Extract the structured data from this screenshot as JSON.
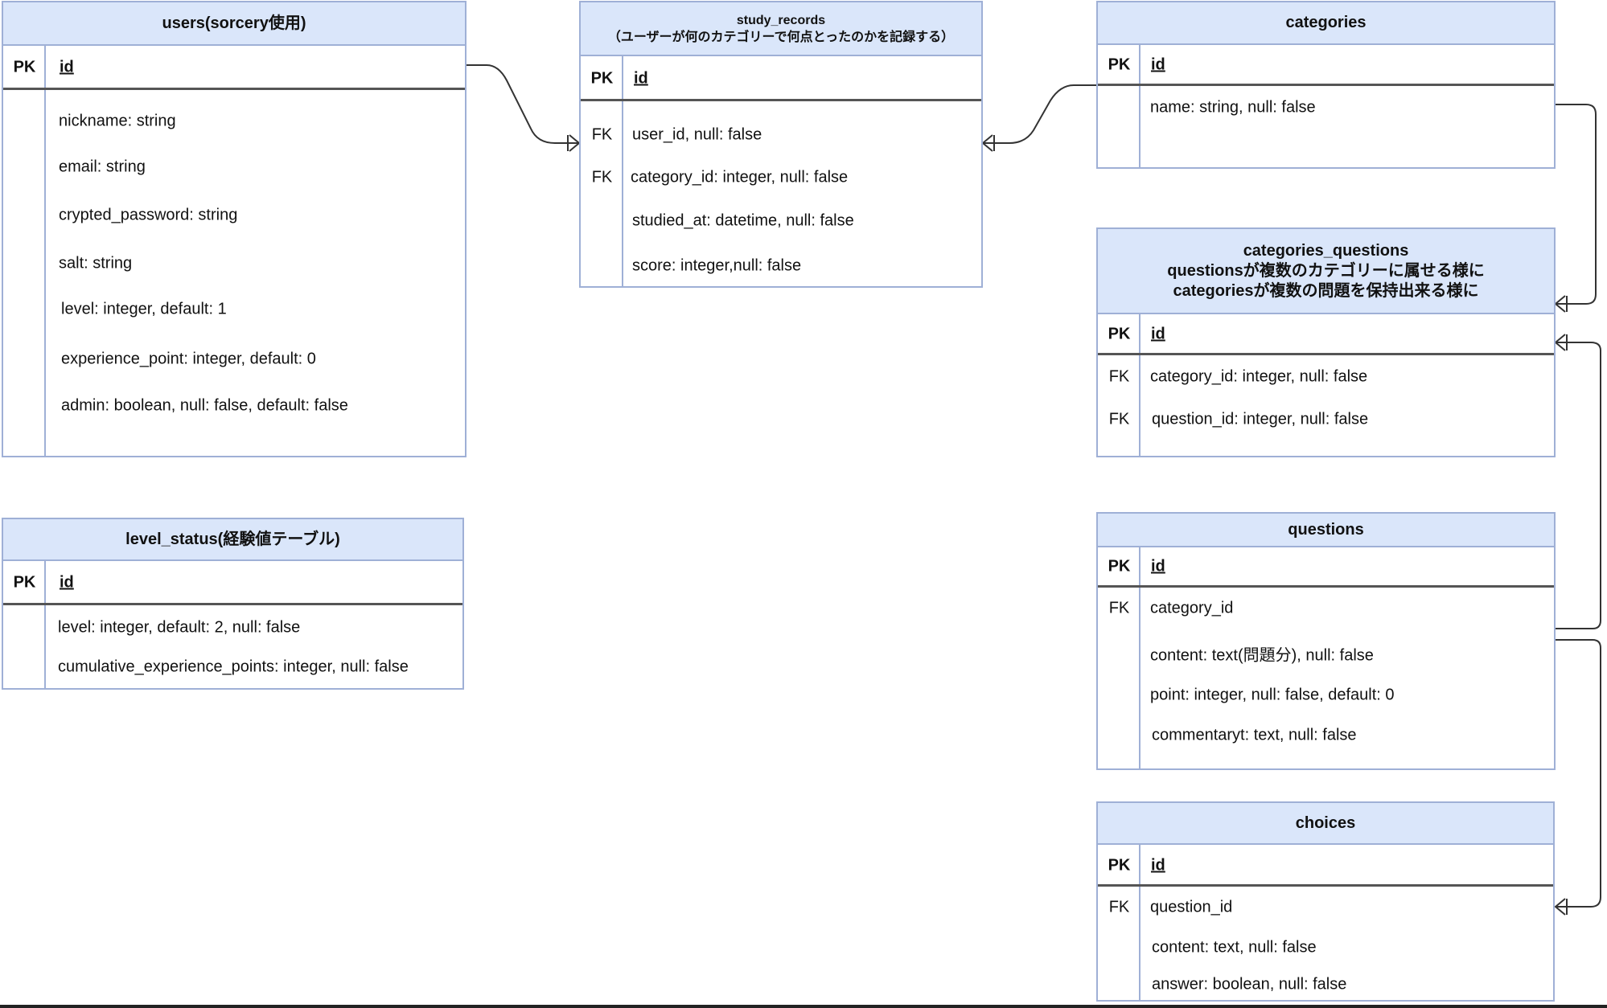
{
  "entities": {
    "users": {
      "title": "users(sorcery使用)",
      "pk_label": "PK",
      "pk_field": "id",
      "fields": [
        "nickname: string",
        "email: string",
        "crypted_password: string",
        "salt: string",
        "level: integer, default: 1",
        "experience_point: integer, default: 0",
        "admin: boolean, null: false, default: false"
      ]
    },
    "study_records": {
      "title_line1": "study_records",
      "title_line2": "（ユーザーが何のカテゴリーで何点とったのかを記録する）",
      "pk_label": "PK",
      "pk_field": "id",
      "fk_label_1": "FK",
      "fk_label_2": "FK",
      "fields": [
        "user_id,  null: false",
        "category_id: integer, null: false",
        "studied_at: datetime, null: false",
        "score: integer,null: false"
      ]
    },
    "categories": {
      "title": "categories",
      "pk_label": "PK",
      "pk_field": "id",
      "fields": [
        "name:  string, null: false"
      ]
    },
    "categories_questions": {
      "title_line1": "categories_questions",
      "title_line2": "questionsが複数のカテゴリーに属せる様に",
      "title_line3": "categoriesが複数の問題を保持出来る様に",
      "pk_label": "PK",
      "pk_field": "id",
      "fk_label_1": "FK",
      "fk_label_2": "FK",
      "fields": [
        "category_id:  integer, null: false",
        "question_id:  integer, null: false"
      ]
    },
    "level_status": {
      "title": "level_status(経験値テーブル)",
      "pk_label": "PK",
      "pk_field": "id",
      "fields": [
        "level: integer, default: 2, null: false",
        "cumulative_experience_points: integer, null: false"
      ]
    },
    "questions": {
      "title": "questions",
      "pk_label": "PK",
      "pk_field": "id",
      "fk_label_1": "FK",
      "fields": [
        "category_id",
        "content: text(問題分), null: false",
        "point: integer, null: false, default: 0",
        "commentaryt: text, null: false"
      ]
    },
    "choices": {
      "title": "choices",
      "pk_label": "PK",
      "pk_field": "id",
      "fk_label_1": "FK",
      "fields": [
        "question_id",
        "content: text, null: false",
        "answer: boolean, null: false"
      ]
    }
  },
  "relationships": [
    {
      "from": "users",
      "to": "study_records",
      "type": "one-to-many"
    },
    {
      "from": "categories",
      "to": "study_records",
      "type": "one-to-many"
    },
    {
      "from": "categories",
      "to": "categories_questions",
      "type": "one-to-many"
    },
    {
      "from": "questions",
      "to": "categories_questions",
      "type": "one-to-many"
    },
    {
      "from": "questions",
      "to": "choices",
      "type": "one-to-many"
    }
  ],
  "colors": {
    "header_fill": "#dae6fa",
    "border": "#9fb0d6",
    "divider": "#555555",
    "connector": "#333333"
  }
}
